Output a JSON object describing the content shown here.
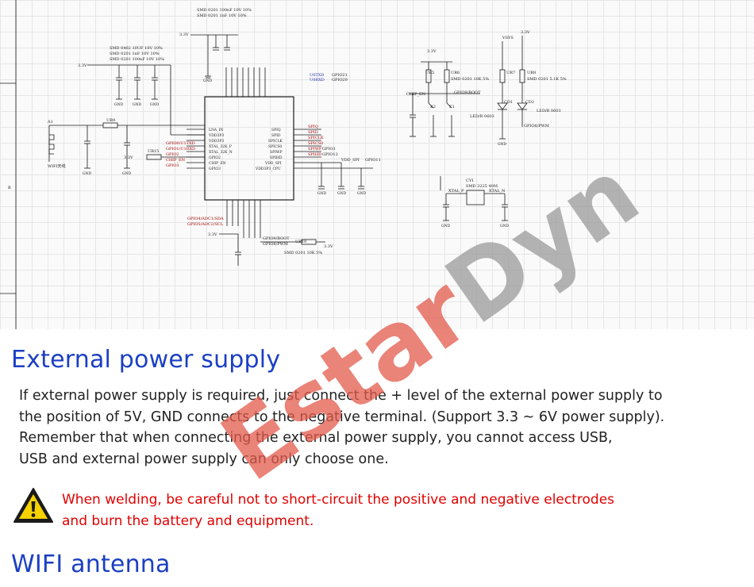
{
  "schematic": {
    "labels": {
      "cap_top_1": "SMD 0201 100nF 10V 10%",
      "cap_top_2": "SMD 0201 1nF 10V 10%",
      "cap_left_1": "SMD 0402 10UF 10V 10%",
      "cap_left_2": "SMD 0201 1nF 10V 10%",
      "cap_left_3": "SMD 0201 100nF 10V 10%",
      "v33": "3.3V",
      "vsys": "VSYS",
      "gnd": "GND",
      "antenna": "WIFI天线",
      "a1": "A1",
      "ur9": "UR9",
      "ur15": "UR15",
      "u0txd": "U0TXD",
      "u0rxd": "U0RXD",
      "gpio21": "GPIO21",
      "gpio20": "GPIO20",
      "chip_en": "CHIP_EN",
      "gpio9_boot": "GPIO9/BOOT",
      "gpio8_pwm": "GPIO8/PWM",
      "ur5": "UR5",
      "ur6": "UR6",
      "ur7": "UR7",
      "ur8": "UR8",
      "res_10k": "SMD 0201 10K 5%",
      "res_51k": "SMD 0201 5.1K 5%",
      "cd1": "CD1",
      "cd2": "CD2",
      "led_r": "LED/R 0603",
      "led_b": "LED/B 0603",
      "k2": "K2",
      "k1": "K1",
      "cy1": "CY1",
      "crystal": "SMD 3225 40M",
      "xtal_p": "XTAL_P",
      "xtal_n": "XTAL_N",
      "gpio_adc1_sda": "GPIO4/ADC1/SDA",
      "gpio_adc2_scl": "GPIO5/ADC2/SCL",
      "ur10": "UR10",
      "vdd_spi": "VDD_SPI",
      "gpio11": "GPIO11",
      "gpio3": "GPIO3",
      "gpio12": "GPIO12",
      "b_marker": "B"
    },
    "pins_left": [
      "LNA_IN",
      "VDD3P3",
      "VDD3P3",
      "XTAL_32K_P",
      "XTAL_32K_N",
      "GPIO2",
      "CHIP_EN",
      "GPIO3"
    ],
    "pins_right": [
      "SPIQ",
      "SPID",
      "SPICLK",
      "SPICS0",
      "SPIWP",
      "SPIHD",
      "VDD_SPI",
      "VDD3P3_CPU"
    ],
    "net_left": [
      "GPIO0/U1TXD",
      "GPIO1/U1RXD",
      "GPIO2",
      "CHIP_EN",
      "GPIO3"
    ],
    "net_right": [
      "SPIQ",
      "SPID",
      "SPICLK",
      "SPICS0",
      "SPIWP",
      "SPIHD"
    ]
  },
  "sections": {
    "power_title": "External power supply",
    "power_lines": [
      "If external power supply is required, just connect the + level of the external power supply to",
      "the position of 5V, GND connects to the negative terminal. (Support 3.3 ~ 6V power supply).",
      "Remember that when connecting the external power supply, you cannot access USB,",
      "USB and external power supply can only choose one."
    ],
    "warning_lines": [
      "When welding, be careful not to short-circuit the positive and negative electrodes",
      "and burn the battery and equipment."
    ],
    "wifi_title": "WIFI antenna"
  },
  "watermark": {
    "text": "EstarDyn"
  },
  "colors": {
    "heading": "#1b3fc4",
    "warning": "#e00000",
    "watermark_red": "#e35a4c",
    "watermark_gray": "#9a9a9a"
  }
}
